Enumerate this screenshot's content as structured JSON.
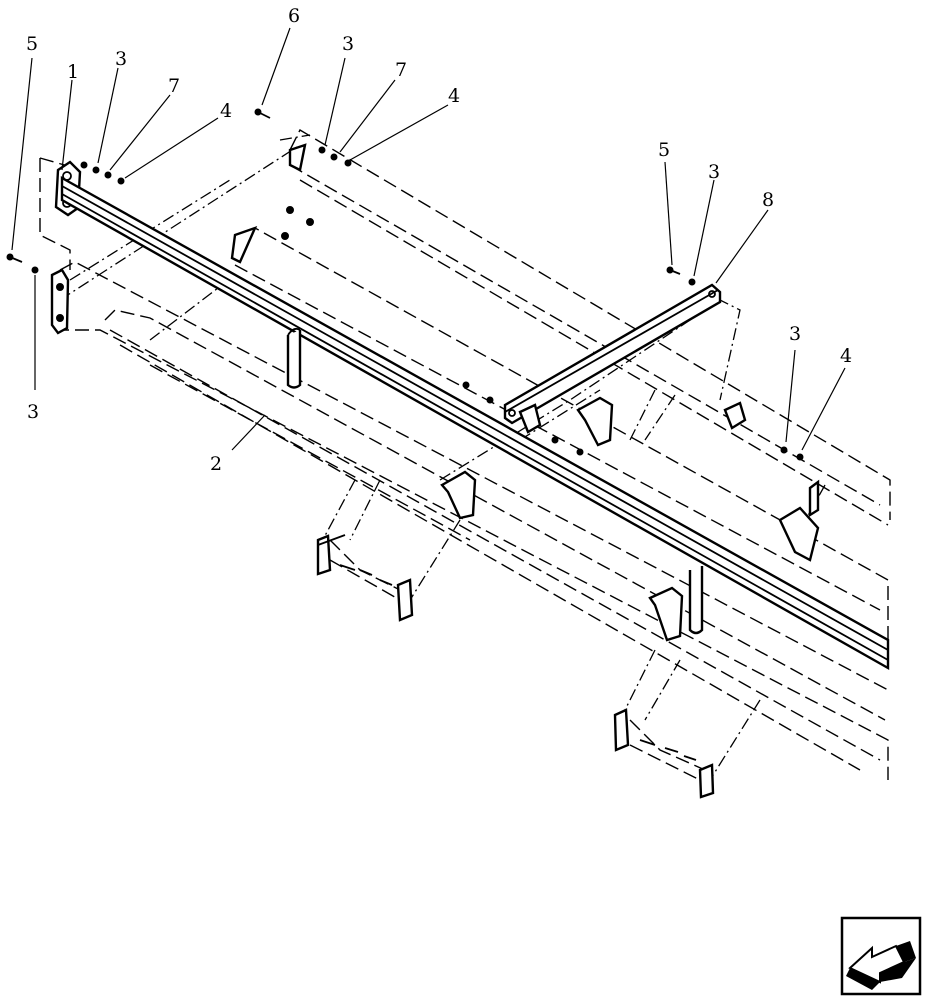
{
  "callouts": [
    {
      "id": "c1",
      "text": "5"
    },
    {
      "id": "c2",
      "text": "1"
    },
    {
      "id": "c3",
      "text": "3"
    },
    {
      "id": "c4",
      "text": "7"
    },
    {
      "id": "c5",
      "text": "4"
    },
    {
      "id": "c6",
      "text": "6"
    },
    {
      "id": "c7",
      "text": "3"
    },
    {
      "id": "c8",
      "text": "7"
    },
    {
      "id": "c9",
      "text": "4"
    },
    {
      "id": "c10",
      "text": "5"
    },
    {
      "id": "c11",
      "text": "3"
    },
    {
      "id": "c12",
      "text": "8"
    },
    {
      "id": "c13",
      "text": "3"
    },
    {
      "id": "c14",
      "text": "4"
    },
    {
      "id": "c15",
      "text": "3"
    },
    {
      "id": "c16",
      "text": "2"
    }
  ],
  "orientation_icon": "arrow-direction-icon"
}
